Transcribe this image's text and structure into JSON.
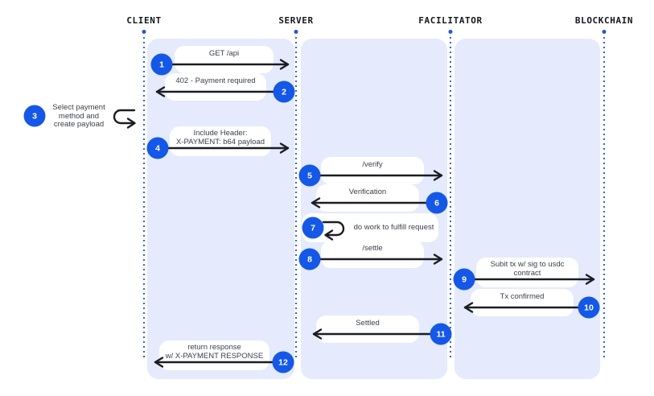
{
  "actors": [
    {
      "label": "CLIENT"
    },
    {
      "label": "SERVER"
    },
    {
      "label": "FACILITATOR"
    },
    {
      "label": "BLOCKCHAIN"
    }
  ],
  "messages": [
    {
      "num": "1",
      "from": "CLIENT",
      "to": "SERVER",
      "lines": [
        "GET /api"
      ]
    },
    {
      "num": "2",
      "from": "SERVER",
      "to": "CLIENT",
      "lines": [
        "402 - Payment required"
      ]
    },
    {
      "num": "3",
      "from": "CLIENT",
      "to": "CLIENT",
      "lines": [
        "Select payment",
        "method and",
        "create payload"
      ]
    },
    {
      "num": "4",
      "from": "CLIENT",
      "to": "SERVER",
      "lines": [
        "Include Header:",
        "X-PAYMENT: b64 payload"
      ]
    },
    {
      "num": "5",
      "from": "SERVER",
      "to": "FACILITATOR",
      "lines": [
        "/verify"
      ]
    },
    {
      "num": "6",
      "from": "FACILITATOR",
      "to": "SERVER",
      "lines": [
        "Verification"
      ]
    },
    {
      "num": "7",
      "from": "SERVER",
      "to": "SERVER",
      "lines": [
        "do work to fulfill request"
      ]
    },
    {
      "num": "8",
      "from": "SERVER",
      "to": "FACILITATOR",
      "lines": [
        "/settle"
      ]
    },
    {
      "num": "9",
      "from": "FACILITATOR",
      "to": "BLOCKCHAIN",
      "lines": [
        "Subit tx w/ sig to usdc",
        "contract"
      ]
    },
    {
      "num": "10",
      "from": "BLOCKCHAIN",
      "to": "FACILITATOR",
      "lines": [
        "Tx confirmed"
      ]
    },
    {
      "num": "11",
      "from": "FACILITATOR",
      "to": "SERVER",
      "lines": [
        "Settled"
      ]
    },
    {
      "num": "12",
      "from": "SERVER",
      "to": "CLIENT",
      "lines": [
        "return response",
        "w/ X-PAYMENT RESPONSE"
      ]
    }
  ],
  "colors": {
    "badge_blue": "#1558e8",
    "panel_lavender": "#e5eafc",
    "lifeline_blue": "#2f62e0",
    "arrow_black": "#1a1d22"
  }
}
